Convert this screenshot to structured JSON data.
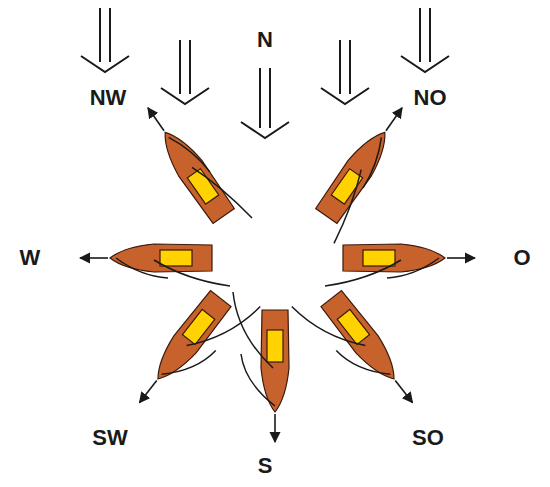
{
  "diagram": {
    "labels": [
      "N",
      "NW",
      "NO",
      "W",
      "O",
      "SW",
      "SO",
      "S"
    ]
  }
}
